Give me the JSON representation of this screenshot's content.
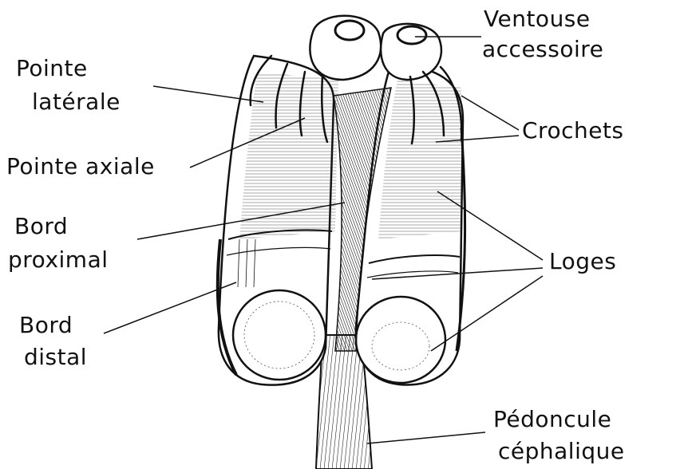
{
  "labels": {
    "ventouse_1": "Ventouse",
    "ventouse_2": "accessoire",
    "pointe_laterale_1": "Pointe",
    "pointe_laterale_2": "latérale",
    "crochets": "Crochets",
    "pointe_axiale": "Pointe axiale",
    "bord_proximal_1": "Bord",
    "bord_proximal_2": "proximal",
    "loges": "Loges",
    "bord_distal_1": "Bord",
    "bord_distal_2": "distal",
    "pedoncule_1": "Pédoncule",
    "pedoncule_2": "céphalique"
  },
  "colors": {
    "ink": "#111111",
    "paper": "#ffffff"
  }
}
